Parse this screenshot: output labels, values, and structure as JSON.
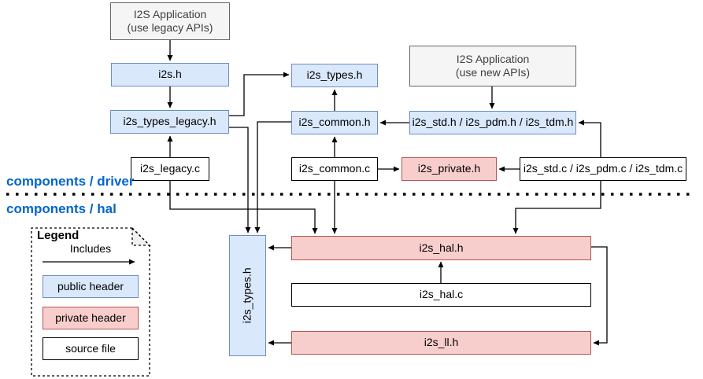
{
  "diagram": {
    "sections": {
      "driver_label": "components / driver",
      "hal_label": "components / hal"
    },
    "nodes": {
      "app_legacy": {
        "label": "I2S Application\n(use legacy APIs)",
        "type": "application"
      },
      "i2s_h": {
        "label": "i2s.h",
        "type": "public header"
      },
      "types_legacy": {
        "label": "i2s_types_legacy.h",
        "type": "public header"
      },
      "legacy_c": {
        "label": "i2s_legacy.c",
        "type": "source file"
      },
      "types_driver": {
        "label": "i2s_types.h",
        "type": "public header"
      },
      "common_h": {
        "label": "i2s_common.h",
        "type": "public header"
      },
      "common_c": {
        "label": "i2s_common.c",
        "type": "source file"
      },
      "app_new": {
        "label": "I2S Application\n(use new APIs)",
        "type": "application"
      },
      "std_h": {
        "label": "i2s_std.h / i2s_pdm.h / i2s_tdm.h",
        "type": "public header"
      },
      "private_h": {
        "label": "i2s_private.h",
        "type": "private header"
      },
      "std_c": {
        "label": "i2s_std.c / i2s_pdm.c / i2s_tdm.c",
        "type": "source file"
      },
      "types_hal": {
        "label": "i2s_types.h",
        "type": "public header"
      },
      "hal_h": {
        "label": "i2s_hal.h",
        "type": "private header"
      },
      "hal_c": {
        "label": "i2s_hal.c",
        "type": "source file"
      },
      "ll_h": {
        "label": "i2s_ll.h",
        "type": "private header"
      }
    },
    "edges": [
      {
        "from": "app_legacy",
        "to": "i2s_h",
        "relation": "includes"
      },
      {
        "from": "i2s_h",
        "to": "types_legacy",
        "relation": "includes"
      },
      {
        "from": "legacy_c",
        "to": "types_legacy",
        "relation": "includes"
      },
      {
        "from": "types_legacy",
        "to": "types_driver",
        "relation": "includes"
      },
      {
        "from": "types_legacy",
        "to": "types_hal",
        "relation": "includes"
      },
      {
        "from": "common_h",
        "to": "types_driver",
        "relation": "includes"
      },
      {
        "from": "common_h",
        "to": "types_hal",
        "relation": "includes"
      },
      {
        "from": "common_c",
        "to": "common_h",
        "relation": "includes"
      },
      {
        "from": "common_c",
        "to": "private_h",
        "relation": "includes"
      },
      {
        "from": "common_c",
        "to": "hal_h",
        "relation": "includes"
      },
      {
        "from": "app_new",
        "to": "std_h",
        "relation": "includes"
      },
      {
        "from": "std_h",
        "to": "common_h",
        "relation": "includes"
      },
      {
        "from": "std_c",
        "to": "std_h",
        "relation": "includes"
      },
      {
        "from": "std_c",
        "to": "private_h",
        "relation": "includes"
      },
      {
        "from": "std_c",
        "to": "hal_h",
        "relation": "includes"
      },
      {
        "from": "legacy_c",
        "to": "hal_h",
        "relation": "includes"
      },
      {
        "from": "hal_h",
        "to": "types_hal",
        "relation": "includes"
      },
      {
        "from": "hal_h",
        "to": "ll_h",
        "relation": "includes"
      },
      {
        "from": "hal_c",
        "to": "hal_h",
        "relation": "includes"
      },
      {
        "from": "ll_h",
        "to": "types_hal",
        "relation": "includes"
      }
    ],
    "legend": {
      "title": "Legend",
      "includes_label": "Includes",
      "items": {
        "public": {
          "label": "public header"
        },
        "private": {
          "label": "private header"
        },
        "source": {
          "label": "source file"
        }
      }
    }
  },
  "colors": {
    "public_fill": "#dae8fc",
    "public_border": "#6c8ebf",
    "private_fill": "#f8cecc",
    "private_border": "#b85450",
    "app_fill": "#f5f5f5",
    "app_border": "#666666",
    "source_fill": "#ffffff",
    "source_border": "#000000",
    "section_label": "#0066cc",
    "edge": "#000000"
  }
}
